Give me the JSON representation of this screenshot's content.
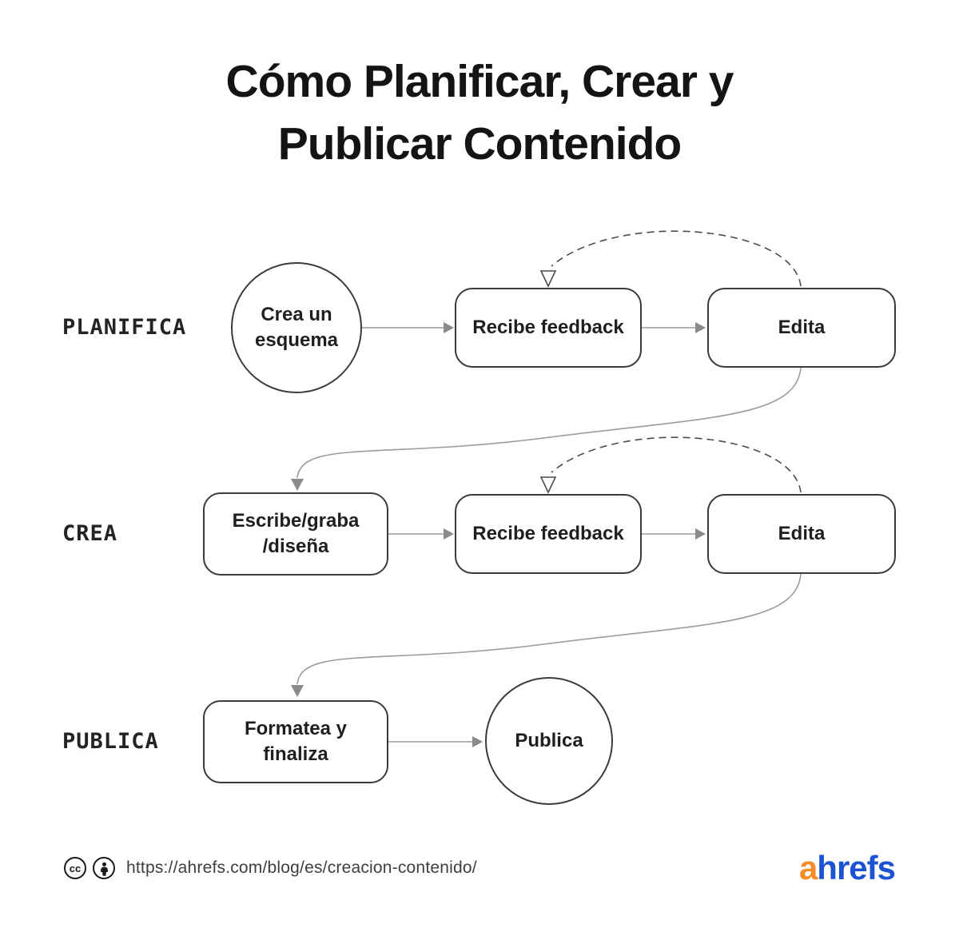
{
  "title": {
    "line1": "Cómo Planificar, Crear y",
    "line2": "Publicar Contenido"
  },
  "rows": [
    {
      "label": "PLANIFICA",
      "steps": [
        {
          "shape": "circle",
          "line1": "Crea un",
          "line2": "esquema"
        },
        {
          "shape": "rect",
          "line1": "Recibe feedback",
          "line2": ""
        },
        {
          "shape": "rect",
          "line1": "Edita",
          "line2": ""
        }
      ]
    },
    {
      "label": "CREA",
      "steps": [
        {
          "shape": "rect",
          "line1": "Escribe/graba",
          "line2": "/diseña"
        },
        {
          "shape": "rect",
          "line1": "Recibe feedback",
          "line2": ""
        },
        {
          "shape": "rect",
          "line1": "Edita",
          "line2": ""
        }
      ]
    },
    {
      "label": "PUBLICA",
      "steps": [
        {
          "shape": "rect",
          "line1": "Formatea y",
          "line2": "finaliza"
        },
        {
          "shape": "circle",
          "line1": "Publica",
          "line2": ""
        }
      ]
    }
  ],
  "footer": {
    "url": "https://ahrefs.com/blog/es/creacion-contenido/",
    "license_icons": [
      "cc-icon",
      "attribution-icon"
    ],
    "cc_label": "cc",
    "logo": {
      "prefix": "a",
      "rest": "hrefs"
    }
  },
  "colors": {
    "background": "#ffffff",
    "node_border": "#3b3b3b",
    "connector": "#9b9b9b",
    "arrowhead": "#8a8a8a",
    "dashed_loop": "#4d4d4d",
    "logo_orange": "#F78C28",
    "logo_blue": "#1B53D3"
  }
}
